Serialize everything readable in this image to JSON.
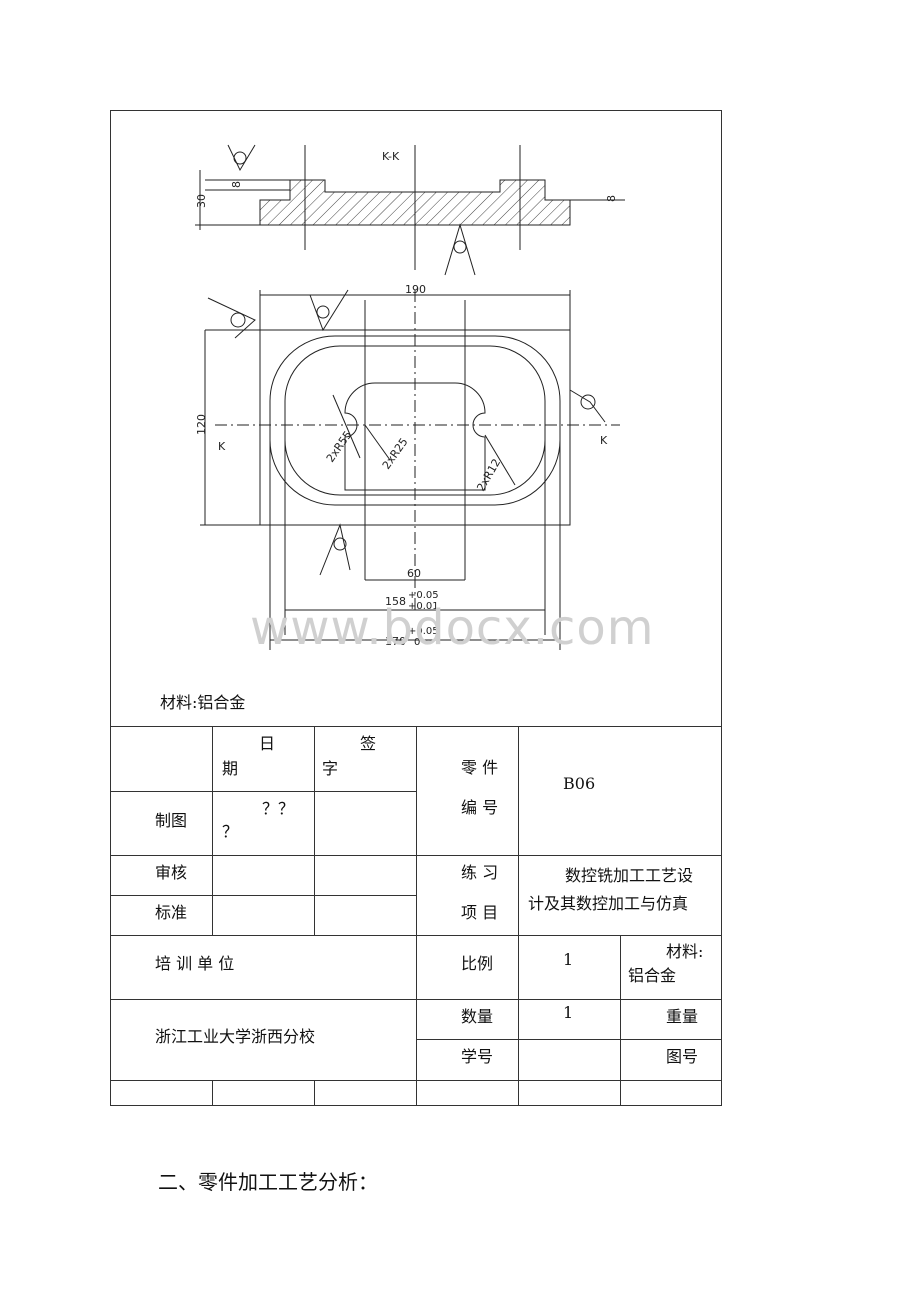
{
  "drawing": {
    "section_label": "K-K",
    "section_mark_left": "K",
    "section_mark_right": "K",
    "dims": {
      "width_190": "190",
      "height_120": "120",
      "thickness_30": "30",
      "depth_8": "8",
      "r55": "2xR55",
      "r25": "2xR25",
      "r12": "2xR12",
      "w60": "60",
      "w158": "158",
      "w158_tol_upper": "+0.05",
      "w158_tol_lower": "+0.01",
      "w170": "170",
      "w170_tol_upper": "+0.05",
      "w170_tol_lower": "0"
    }
  },
  "watermark": "www.bdocx.com",
  "material_note": "材料:铝合金",
  "title_block": {
    "date_header_top": "日",
    "date_header_bottom": "期",
    "sign_header_top": "签",
    "sign_header_bottom": "字",
    "part_no_label_1": "零 件",
    "part_no_label_2": "编  号",
    "part_no_value": "B06",
    "drawn_by": "制图",
    "drawn_date_1": "？？",
    "drawn_date_2": "？",
    "checked": "审核",
    "standard": "标准",
    "project_label_1": "练  习",
    "project_label_2": "项  目",
    "project_value_1": "数控铣加工工艺设",
    "project_value_2": "计及其数控加工与仿真",
    "unit_label": "培   训    单    位",
    "scale_label": "比例",
    "scale_value": "1",
    "material_label_1": "材料:",
    "material_label_2": "铝合金",
    "unit_value": "浙江工业大学浙西分校",
    "quantity_label": "数量",
    "quantity_value": "1",
    "weight_label": "重量",
    "student_no_label": "学号",
    "drawing_no_label": "图号"
  },
  "section_heading": "二、零件加工工艺分析："
}
